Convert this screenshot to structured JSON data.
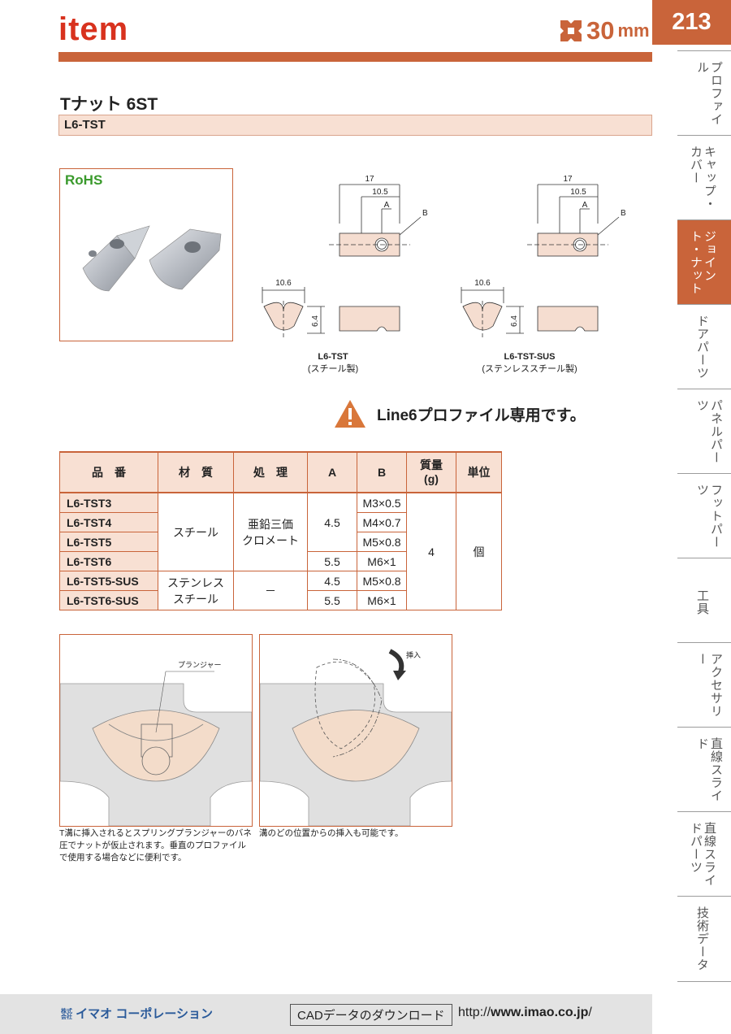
{
  "header": {
    "brand": "item",
    "series": "30",
    "series_unit": "mm",
    "page_number": "213"
  },
  "product": {
    "title": "Tナット 6ST",
    "code": "L6-TST",
    "rohs": "RoHS"
  },
  "sidebar": {
    "tabs": [
      {
        "label": "プロファイル",
        "active": false
      },
      {
        "label": "キャップ・カバー",
        "active": false
      },
      {
        "label": "ジョイント・ナット",
        "active": true
      },
      {
        "label": "ドアパーツ",
        "active": false
      },
      {
        "label": "パネルパーツ",
        "active": false
      },
      {
        "label": "フットパーツ",
        "active": false
      },
      {
        "label": "工具",
        "active": false
      },
      {
        "label": "アクセサリー",
        "active": false
      },
      {
        "label": "直線スライド",
        "active": false
      },
      {
        "label": "直線スライドパーツ",
        "active": false
      },
      {
        "label": "技術データ",
        "active": false
      }
    ]
  },
  "drawings": {
    "dims": {
      "total": "17",
      "center": "10.5",
      "a": "A",
      "b": "B",
      "width": "10.6",
      "height": "6.4"
    },
    "left": {
      "name": "L6-TST",
      "material": "(スチール製)"
    },
    "right": {
      "name": "L6-TST-SUS",
      "material": "(ステンレススチール製)"
    }
  },
  "warning": "Line6プロファイル専用です。",
  "table": {
    "headers": [
      "品　番",
      "材　質",
      "処　理",
      "A",
      "B",
      "質量\n(g)",
      "単位"
    ],
    "codes": [
      "L6-TST3",
      "L6-TST4",
      "L6-TST5",
      "L6-TST6",
      "L6-TST5-SUS",
      "L6-TST6-SUS"
    ],
    "material_steel": "スチール",
    "material_sus": "ステンレス\nスチール",
    "treatment_steel": "亜鉛三価\nクロメート",
    "treatment_sus": "－",
    "a_values": [
      "4.5",
      "5.5",
      "4.5",
      "5.5"
    ],
    "b_values": [
      "M3×0.5",
      "M4×0.7",
      "M5×0.8",
      "M6×1",
      "M5×0.8",
      "M6×1"
    ],
    "mass": "4",
    "unit": "個"
  },
  "illustrations": {
    "plunger_label": "プランジャー",
    "insert_label": "挿入",
    "note_left": "T溝に挿入されるとスプリングプランジャーのバネ圧でナットが仮止されます。垂直のプロファイルで使用する場合などに便利です。",
    "note_right": "溝のどの位置からの挿入も可能です。"
  },
  "footer": {
    "company": "イマオ コーポレーション",
    "company_prefix": "株式\n会社",
    "cad": "CADデータのダウンロード",
    "url_prefix": "http://",
    "url_domain": "www.imao.co.jp",
    "url_suffix": "/"
  },
  "colors": {
    "accent": "#c9643a",
    "tint": "#f8e0d3",
    "brand": "#d8321e",
    "warning": "#d9773a"
  }
}
